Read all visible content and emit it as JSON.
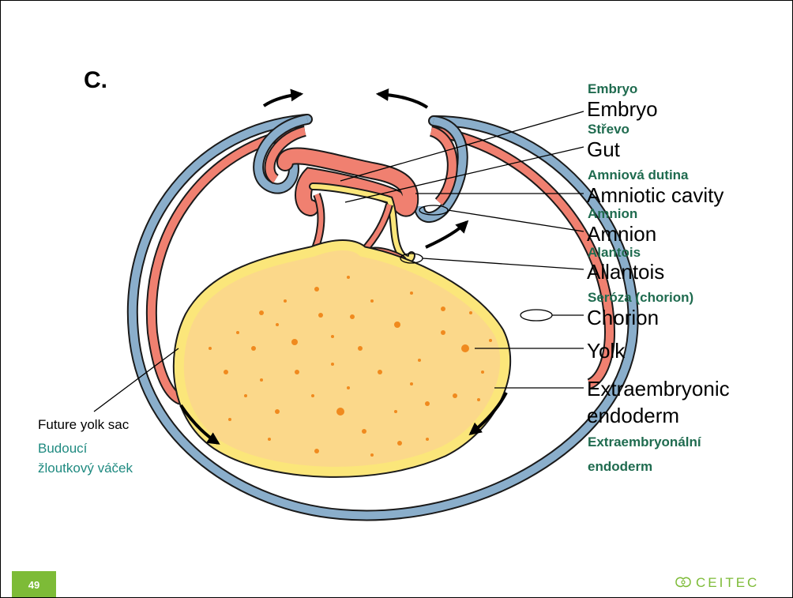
{
  "panel_letter": "C.",
  "labels": {
    "embryo": {
      "en": "Embryo",
      "cz": "Embryo"
    },
    "gut": {
      "en": "Gut",
      "cz": "Střevo"
    },
    "amniotic_cavity": {
      "en": "Amniotic cavity",
      "cz": "Amniová dutina"
    },
    "amnion": {
      "en": "Amnion",
      "cz": "Amnion"
    },
    "allantois": {
      "en": "Allantois",
      "cz": "Alantois"
    },
    "chorion": {
      "en": "Chorion",
      "cz": "Seróza (chorion)"
    },
    "yolk": {
      "en": "Yolk"
    },
    "extraembryonic_endoderm": {
      "en_line1": "Extraembryonic",
      "en_line2": "endoderm",
      "cz_line1": "Extraembryonální",
      "cz_line2": "endoderm"
    },
    "future_yolk_sac": {
      "en": "Future yolk sac",
      "cz_line1": "Budoucí",
      "cz_line2": "žloutkový váček"
    }
  },
  "footer": {
    "page_number": "49",
    "logo_text": "CEITEC"
  },
  "colors": {
    "ectoderm_blue": "#8aaecb",
    "mesoderm_red": "#f08070",
    "endoderm_yellow": "#fbe67a",
    "yolk_fill": "#fbd88a",
    "yolk_granules": "#f08a1e",
    "czech_label_green": "#1f6b4f",
    "czech_label_teal": "#1f8a80",
    "badge_green": "#7dbb37"
  }
}
